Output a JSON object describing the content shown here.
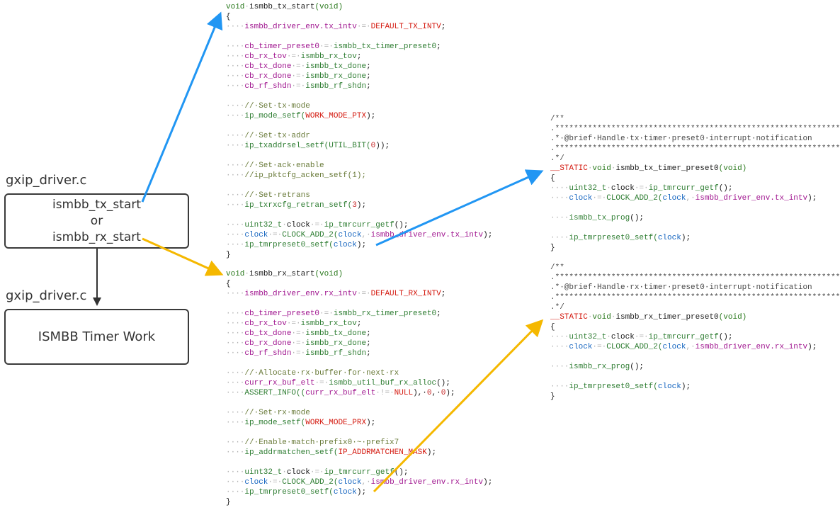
{
  "labels": {
    "file_top": "gxip_driver.c",
    "file_bottom": "gxip_driver.c"
  },
  "start_box": {
    "line1": "ismbb_tx_start",
    "line2": "or",
    "line3": "ismbb_rx_start"
  },
  "timer_box": {
    "label": "ISMBB Timer Work"
  },
  "colors": {
    "tx_arrow": "#2196f3",
    "rx_arrow": "#f5b800",
    "flow_arrow": "#333333"
  },
  "code_blocks": {
    "tx_start": [
      [
        [
          "void",
          "kw"
        ],
        [
          "·",
          "d"
        ],
        [
          "ismbb_tx_start",
          "fn"
        ],
        [
          "(void)",
          "kw"
        ]
      ],
      [
        [
          "{",
          "fn"
        ]
      ],
      [
        [
          "····",
          "d"
        ],
        [
          "ismbb_driver_env.tx_intv",
          "m"
        ],
        [
          "·=·",
          "d"
        ],
        [
          "DEFAULT_TX_INTV",
          "n"
        ],
        [
          ";",
          "fn"
        ]
      ],
      [],
      [
        [
          "····",
          "d"
        ],
        [
          "cb_timer_preset0",
          "m"
        ],
        [
          "·=·",
          "d"
        ],
        [
          "ismbb_tx_timer_preset0",
          "s"
        ],
        [
          ";",
          "fn"
        ]
      ],
      [
        [
          "····",
          "d"
        ],
        [
          "cb_rx_tov",
          "m"
        ],
        [
          "·=·",
          "d"
        ],
        [
          "ismbb_rx_tov",
          "s"
        ],
        [
          ";",
          "fn"
        ]
      ],
      [
        [
          "····",
          "d"
        ],
        [
          "cb_tx_done",
          "m"
        ],
        [
          "·=·",
          "d"
        ],
        [
          "ismbb_tx_done",
          "s"
        ],
        [
          ";",
          "fn"
        ]
      ],
      [
        [
          "····",
          "d"
        ],
        [
          "cb_rx_done",
          "m"
        ],
        [
          "·=·",
          "d"
        ],
        [
          "ismbb_rx_done",
          "s"
        ],
        [
          ";",
          "fn"
        ]
      ],
      [
        [
          "····",
          "d"
        ],
        [
          "cb_rf_shdn",
          "m"
        ],
        [
          "·=·",
          "d"
        ],
        [
          "ismbb_rf_shdn",
          "s"
        ],
        [
          ";",
          "fn"
        ]
      ],
      [],
      [
        [
          "····",
          "d"
        ],
        [
          "//·Set·tx·mode",
          "c"
        ]
      ],
      [
        [
          "····",
          "d"
        ],
        [
          "ip_mode_setf(",
          "s"
        ],
        [
          "WORK_MODE_PTX",
          "n"
        ],
        [
          ");",
          "fn"
        ]
      ],
      [],
      [
        [
          "····",
          "d"
        ],
        [
          "//·Set·tx·addr",
          "c"
        ]
      ],
      [
        [
          "····",
          "d"
        ],
        [
          "ip_txaddrsel_setf(UTIL_BIT(",
          "s"
        ],
        [
          "0",
          "r"
        ],
        [
          "));",
          "fn"
        ]
      ],
      [],
      [
        [
          "····",
          "d"
        ],
        [
          "//·Set·ack·enable",
          "c"
        ]
      ],
      [
        [
          "····",
          "d"
        ],
        [
          "//ip_pktcfg_acken_setf(1);",
          "c"
        ]
      ],
      [],
      [
        [
          "····",
          "d"
        ],
        [
          "//·Set·retrans",
          "c"
        ]
      ],
      [
        [
          "····",
          "d"
        ],
        [
          "ip_txrxcfg_retran_setf(",
          "s"
        ],
        [
          "3",
          "r"
        ],
        [
          ");",
          "fn"
        ]
      ],
      [],
      [
        [
          "····",
          "d"
        ],
        [
          "uint32_t",
          "s"
        ],
        [
          "·",
          "d"
        ],
        [
          "clock",
          "fn"
        ],
        [
          "·=·",
          "d"
        ],
        [
          "ip_tmrcurr_getf",
          "s"
        ],
        [
          "();",
          "fn"
        ]
      ],
      [
        [
          "····",
          "d"
        ],
        [
          "clock",
          "p"
        ],
        [
          "·=·",
          "d"
        ],
        [
          "CLOCK_ADD_2(",
          "s"
        ],
        [
          "clock",
          "p"
        ],
        [
          ",·",
          "d"
        ],
        [
          "ismbb_driver_env.tx_intv",
          "m"
        ],
        [
          ");",
          "fn"
        ]
      ],
      [
        [
          "····",
          "d"
        ],
        [
          "ip_tmrpreset0_setf(",
          "s"
        ],
        [
          "clock",
          "p"
        ],
        [
          ");",
          "fn"
        ]
      ],
      [
        [
          "}",
          "fn"
        ]
      ]
    ],
    "rx_start": [
      [
        [
          "void",
          "kw"
        ],
        [
          "·",
          "d"
        ],
        [
          "ismbb_rx_start",
          "fn"
        ],
        [
          "(void)",
          "kw"
        ]
      ],
      [
        [
          "{",
          "fn"
        ]
      ],
      [
        [
          "····",
          "d"
        ],
        [
          "ismbb_driver_env.rx_intv",
          "m"
        ],
        [
          "·=·",
          "d"
        ],
        [
          "DEFAULT_RX_INTV",
          "n"
        ],
        [
          ";",
          "fn"
        ]
      ],
      [],
      [
        [
          "····",
          "d"
        ],
        [
          "cb_timer_preset0",
          "m"
        ],
        [
          "·=·",
          "d"
        ],
        [
          "ismbb_rx_timer_preset0",
          "s"
        ],
        [
          ";",
          "fn"
        ]
      ],
      [
        [
          "····",
          "d"
        ],
        [
          "cb_rx_tov",
          "m"
        ],
        [
          "·=·",
          "d"
        ],
        [
          "ismbb_rx_tov",
          "s"
        ],
        [
          ";",
          "fn"
        ]
      ],
      [
        [
          "····",
          "d"
        ],
        [
          "cb_tx_done",
          "m"
        ],
        [
          "·=·",
          "d"
        ],
        [
          "ismbb_tx_done",
          "s"
        ],
        [
          ";",
          "fn"
        ]
      ],
      [
        [
          "····",
          "d"
        ],
        [
          "cb_rx_done",
          "m"
        ],
        [
          "·=·",
          "d"
        ],
        [
          "ismbb_rx_done",
          "s"
        ],
        [
          ";",
          "fn"
        ]
      ],
      [
        [
          "····",
          "d"
        ],
        [
          "cb_rf_shdn",
          "m"
        ],
        [
          "·=·",
          "d"
        ],
        [
          "ismbb_rf_shdn",
          "s"
        ],
        [
          ";",
          "fn"
        ]
      ],
      [],
      [
        [
          "····",
          "d"
        ],
        [
          "//·Allocate·rx·buffer·for·next·rx",
          "c"
        ]
      ],
      [
        [
          "····",
          "d"
        ],
        [
          "curr_rx_buf_elt",
          "m"
        ],
        [
          "·=·",
          "d"
        ],
        [
          "ismbb_util_buf_rx_alloc",
          "s"
        ],
        [
          "();",
          "fn"
        ]
      ],
      [
        [
          "····",
          "d"
        ],
        [
          "ASSERT_INFO((",
          "s"
        ],
        [
          "curr_rx_buf_elt",
          "m"
        ],
        [
          "·!=·",
          "d"
        ],
        [
          "NULL",
          "n"
        ],
        [
          "),·",
          "fn"
        ],
        [
          "0",
          "r"
        ],
        [
          ",·",
          "fn"
        ],
        [
          "0",
          "r"
        ],
        [
          ");",
          "fn"
        ]
      ],
      [],
      [
        [
          "····",
          "d"
        ],
        [
          "//·Set·rx·mode",
          "c"
        ]
      ],
      [
        [
          "····",
          "d"
        ],
        [
          "ip_mode_setf(",
          "s"
        ],
        [
          "WORK_MODE_PRX",
          "n"
        ],
        [
          ");",
          "fn"
        ]
      ],
      [],
      [
        [
          "····",
          "d"
        ],
        [
          "//·Enable·match·prefix0·~·prefix7",
          "c"
        ]
      ],
      [
        [
          "····",
          "d"
        ],
        [
          "ip_addrmatchen_setf(",
          "s"
        ],
        [
          "IP_ADDRMATCHEN_MASK",
          "n"
        ],
        [
          ");",
          "fn"
        ]
      ],
      [],
      [
        [
          "····",
          "d"
        ],
        [
          "uint32_t",
          "s"
        ],
        [
          "·",
          "d"
        ],
        [
          "clock",
          "fn"
        ],
        [
          "·=·",
          "d"
        ],
        [
          "ip_tmrcurr_getf",
          "s"
        ],
        [
          "();",
          "fn"
        ]
      ],
      [
        [
          "····",
          "d"
        ],
        [
          "clock",
          "p"
        ],
        [
          "·=·",
          "d"
        ],
        [
          "CLOCK_ADD_2(",
          "s"
        ],
        [
          "clock",
          "p"
        ],
        [
          ",·",
          "d"
        ],
        [
          "ismbb_driver_env.rx_intv",
          "m"
        ],
        [
          ");",
          "fn"
        ]
      ],
      [
        [
          "····",
          "d"
        ],
        [
          "ip_tmrpreset0_setf(",
          "s"
        ],
        [
          "clock",
          "p"
        ],
        [
          ");",
          "fn"
        ]
      ],
      [
        [
          "}",
          "fn"
        ]
      ]
    ],
    "tx_isr": [
      [
        [
          "/**",
          "cm"
        ]
      ],
      [
        [
          ".****************************************************************",
          "cm"
        ]
      ],
      [
        [
          ".*·@brief·Handle·tx·timer·preset0·interrupt·notification",
          "cm"
        ]
      ],
      [
        [
          ".****************************************************************",
          "cm"
        ]
      ],
      [
        [
          ".*/",
          "cm"
        ]
      ],
      [
        [
          "__STATIC",
          "n"
        ],
        [
          "·",
          "d"
        ],
        [
          "void",
          "kw"
        ],
        [
          "·",
          "d"
        ],
        [
          "ismbb_tx_timer_preset0",
          "fn"
        ],
        [
          "(void)",
          "kw"
        ]
      ],
      [
        [
          "{",
          "fn"
        ]
      ],
      [
        [
          "····",
          "d"
        ],
        [
          "uint32_t",
          "s"
        ],
        [
          "·",
          "d"
        ],
        [
          "clock",
          "fn"
        ],
        [
          "·=·",
          "d"
        ],
        [
          "ip_tmrcurr_getf",
          "s"
        ],
        [
          "();",
          "fn"
        ]
      ],
      [
        [
          "····",
          "d"
        ],
        [
          "clock",
          "p"
        ],
        [
          "·=·",
          "d"
        ],
        [
          "CLOCK_ADD_2(",
          "s"
        ],
        [
          "clock",
          "p"
        ],
        [
          ",·",
          "d"
        ],
        [
          "ismbb_driver_env.tx_intv",
          "m"
        ],
        [
          ");",
          "fn"
        ]
      ],
      [],
      [
        [
          "····",
          "d"
        ],
        [
          "ismbb_tx_prog",
          "s"
        ],
        [
          "();",
          "fn"
        ]
      ],
      [],
      [
        [
          "····",
          "d"
        ],
        [
          "ip_tmrpreset0_setf(",
          "s"
        ],
        [
          "clock",
          "p"
        ],
        [
          ");",
          "fn"
        ]
      ],
      [
        [
          "}",
          "fn"
        ]
      ]
    ],
    "rx_isr": [
      [
        [
          "/**",
          "cm"
        ]
      ],
      [
        [
          ".****************************************************************",
          "cm"
        ]
      ],
      [
        [
          ".*·@brief·Handle·rx·timer·preset0·interrupt·notification",
          "cm"
        ]
      ],
      [
        [
          ".****************************************************************",
          "cm"
        ]
      ],
      [
        [
          ".*/",
          "cm"
        ]
      ],
      [
        [
          "__STATIC",
          "n"
        ],
        [
          "·",
          "d"
        ],
        [
          "void",
          "kw"
        ],
        [
          "·",
          "d"
        ],
        [
          "ismbb_rx_timer_preset0",
          "fn"
        ],
        [
          "(void)",
          "kw"
        ]
      ],
      [
        [
          "{",
          "fn"
        ]
      ],
      [
        [
          "····",
          "d"
        ],
        [
          "uint32_t",
          "s"
        ],
        [
          "·",
          "d"
        ],
        [
          "clock",
          "fn"
        ],
        [
          "·=·",
          "d"
        ],
        [
          "ip_tmrcurr_getf",
          "s"
        ],
        [
          "();",
          "fn"
        ]
      ],
      [
        [
          "····",
          "d"
        ],
        [
          "clock",
          "p"
        ],
        [
          "·=·",
          "d"
        ],
        [
          "CLOCK_ADD_2(",
          "s"
        ],
        [
          "clock",
          "p"
        ],
        [
          ",·",
          "d"
        ],
        [
          "ismbb_driver_env.rx_intv",
          "m"
        ],
        [
          ");",
          "fn"
        ]
      ],
      [],
      [
        [
          "····",
          "d"
        ],
        [
          "ismbb_rx_prog",
          "s"
        ],
        [
          "();",
          "fn"
        ]
      ],
      [],
      [
        [
          "····",
          "d"
        ],
        [
          "ip_tmrpreset0_setf(",
          "s"
        ],
        [
          "clock",
          "p"
        ],
        [
          ");",
          "fn"
        ]
      ],
      [
        [
          "}",
          "fn"
        ]
      ]
    ]
  }
}
